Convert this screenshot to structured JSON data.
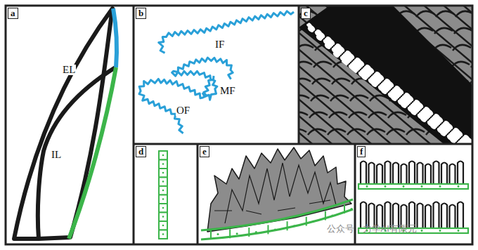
{
  "diagram": {
    "labels": [
      "a",
      "EL",
      "IL",
      "b",
      "IF",
      "MF",
      "OF",
      "c",
      "d",
      "e",
      "f",
      "公众号 · 力学AI有限元"
    ]
  }
}
